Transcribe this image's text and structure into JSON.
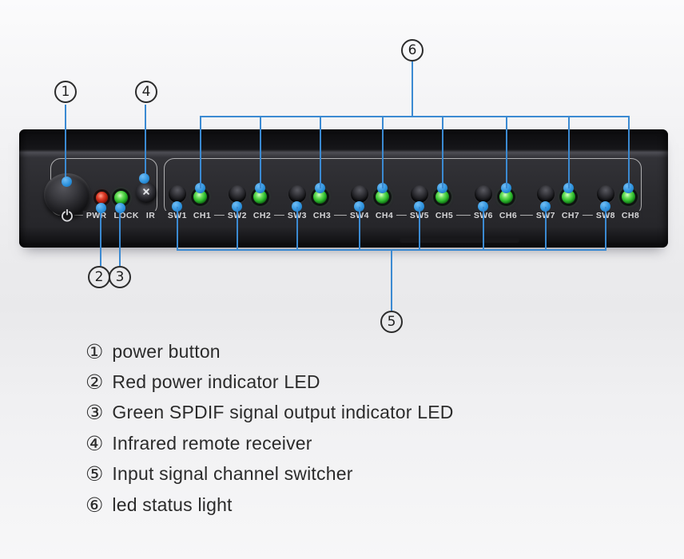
{
  "device": {
    "power_label": "PWR",
    "lock_label": "LOCK",
    "ir_label": "IR",
    "pairs": [
      {
        "sw": "SW1",
        "ch": "CH1"
      },
      {
        "sw": "SW2",
        "ch": "CH2"
      },
      {
        "sw": "SW3",
        "ch": "CH3"
      },
      {
        "sw": "SW4",
        "ch": "CH4"
      },
      {
        "sw": "SW5",
        "ch": "CH5"
      },
      {
        "sw": "SW6",
        "ch": "CH6"
      },
      {
        "sw": "SW7",
        "ch": "CH7"
      },
      {
        "sw": "SW8",
        "ch": "CH8"
      }
    ]
  },
  "legend": {
    "items": [
      {
        "digit": "1",
        "marker": "①",
        "text": "power button"
      },
      {
        "digit": "2",
        "marker": "②",
        "text": "Red power indicator LED"
      },
      {
        "digit": "3",
        "marker": "③",
        "text": "Green SPDIF signal output indicator LED"
      },
      {
        "digit": "4",
        "marker": "④",
        "text": "Infrared remote receiver"
      },
      {
        "digit": "5",
        "marker": "⑤",
        "text": "Input signal channel switcher"
      },
      {
        "digit": "6",
        "marker": "⑥",
        "text": "led status light"
      }
    ]
  },
  "colors": {
    "accent_blue": "#3b8ad2",
    "led_green": "#2fbe2f",
    "led_red": "#d2322a",
    "panel": "#2a2a2e"
  }
}
